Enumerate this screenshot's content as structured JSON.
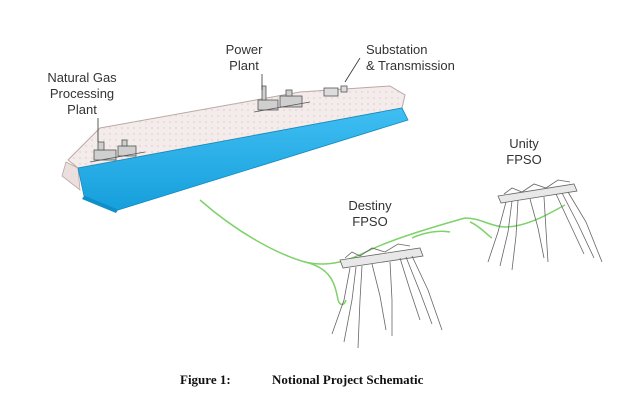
{
  "labels": {
    "gas_plant": [
      "Natural Gas",
      "Processing",
      "Plant"
    ],
    "power_plant": [
      "Power",
      "Plant"
    ],
    "substation": [
      "Substation",
      "& Transmission"
    ],
    "destiny": [
      "Destiny",
      "FPSO"
    ],
    "unity": [
      "Unity",
      "FPSO"
    ]
  },
  "caption": {
    "number": "Figure 1:",
    "title": "Notional Project Schematic"
  },
  "colors": {
    "sea": "#1ea9e6",
    "land": "#f4ecea",
    "pipeline": "#7fd26a",
    "structure": "#666666"
  }
}
